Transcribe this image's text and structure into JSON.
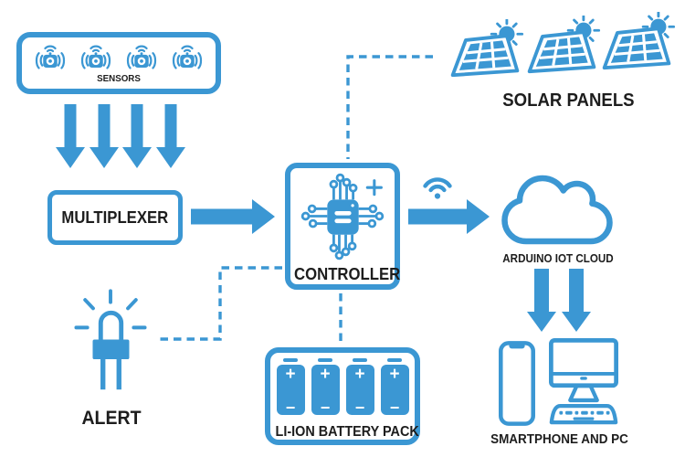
{
  "colors": {
    "accent": "#3b97d3",
    "label_text": "#1d1d1d",
    "background": "#ffffff"
  },
  "nodes": {
    "sensors": {
      "label": "SENSORS",
      "icon_count": 4
    },
    "multiplexer": {
      "label": "MULTIPLEXER"
    },
    "controller": {
      "label": "CONTROLLER"
    },
    "solar_panels": {
      "label": "SOLAR PANELS",
      "icon_count": 3
    },
    "cloud": {
      "label": "ARDUINO IOT CLOUD"
    },
    "battery": {
      "label": "LI-ION BATTERY PACK",
      "cells": 4,
      "cell_plus": "+",
      "cell_minus": "−"
    },
    "alert": {
      "label": "ALERT"
    },
    "devices": {
      "label": "SMARTPHONE AND PC"
    }
  },
  "icons": {
    "sensor": "wireless-sensor-icon",
    "controller": "microchip-icon",
    "wifi": "wifi-icon",
    "solar": "solar-panel-sun-icon",
    "cloud": "cloud-icon",
    "battery_cell": "battery-cell-icon",
    "alert": "led-alarm-icon",
    "smartphone": "smartphone-icon",
    "pc": "desktop-computer-icon"
  },
  "connections": [
    {
      "from": "sensors",
      "to": "multiplexer",
      "style": "solid-arrow",
      "count": 4
    },
    {
      "from": "multiplexer",
      "to": "controller",
      "style": "solid-arrow",
      "count": 1
    },
    {
      "from": "controller",
      "to": "cloud",
      "style": "solid-arrow",
      "count": 1,
      "via": "wifi"
    },
    {
      "from": "cloud",
      "to": "devices",
      "style": "solid-arrow",
      "count": 2
    },
    {
      "from": "solar_panels",
      "to": "controller",
      "style": "dashed"
    },
    {
      "from": "controller",
      "to": "battery",
      "style": "dashed"
    },
    {
      "from": "controller",
      "to": "alert",
      "style": "dashed"
    }
  ]
}
